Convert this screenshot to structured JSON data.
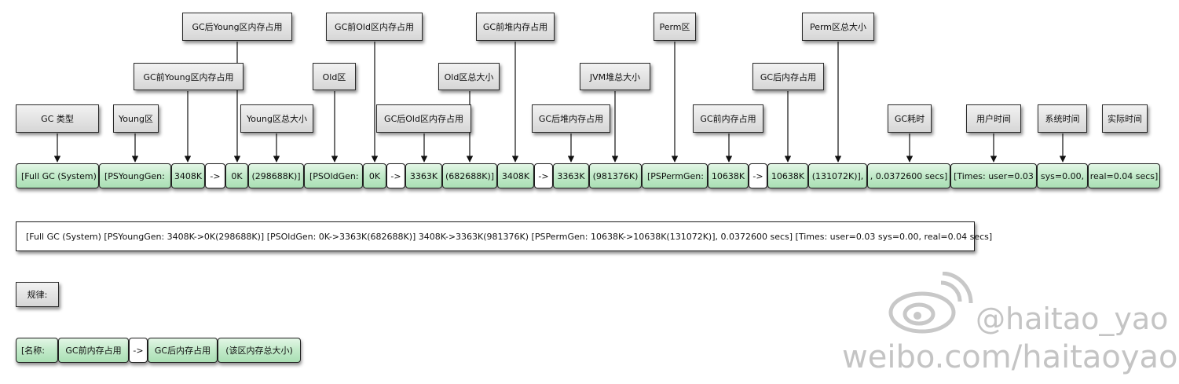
{
  "labels": {
    "gc_type": "GC 类型",
    "young_area": "Young区",
    "young_before": "GC前Young区内存占用",
    "young_after": "GC后Young区内存占用",
    "young_total": "Young区总大小",
    "old_area": "Old区",
    "old_before": "GC前Old区内存占用",
    "old_after": "GC后Old区内存占用",
    "old_total": "Old区总大小",
    "heap_before": "GC前堆内存占用",
    "heap_after": "GC后堆内存占用",
    "jvm_heap_total": "JVM堆总大小",
    "perm_area": "Perm区",
    "perm_before": "GC前内存占用",
    "perm_after": "GC后内存占用",
    "perm_total": "Perm区总大小",
    "gc_time": "GC耗时",
    "user_time": "用户时间",
    "sys_time": "系统时间",
    "real_time": "实际时间"
  },
  "segments": {
    "full_gc": "[Full GC (System)",
    "ps_young": "[PSYoungGen:",
    "young_before": "3408K",
    "arrow1": "->",
    "young_after": "0K",
    "young_total": "(298688K)]",
    "ps_old": "[PSOldGen:",
    "old_before": "0K",
    "arrow2": "->",
    "old_after": "3363K",
    "old_total": "(682688K)]",
    "heap_before": "3408K",
    "arrow3": "->",
    "heap_after": "3363K",
    "heap_total": "(981376K)",
    "ps_perm": "[PSPermGen:",
    "perm_before": "10638K",
    "arrow4": "->",
    "perm_after": "10638K",
    "perm_total": "(131072K)],",
    "gc_secs": ", 0.0372600 secs]",
    "times_user": "[Times: user=0.03",
    "sys": "sys=0.00,",
    "real": "real=0.04 secs]"
  },
  "full_line": "[Full GC (System) [PSYoungGen: 3408K->0K(298688K)] [PSOldGen: 0K->3363K(682688K)] 3408K->3363K(981376K) [PSPermGen: 10638K->10638K(131072K)], 0.0372600 secs] [Times: user=0.03 sys=0.00, real=0.04 secs]",
  "rule": {
    "title": "规律:",
    "name": "[名称:",
    "before": "GC前内存占用",
    "arrow": "->",
    "after": "GC后内存占用",
    "total": "(该区内存总大小)"
  },
  "watermark": {
    "handle": "@haitao_yao",
    "url": "weibo.com/haitaoyao"
  },
  "colors": {
    "segment_fill": "#c4ebcb",
    "label_fill": "#e2e2e2",
    "watermark": "#c4c4c4"
  }
}
